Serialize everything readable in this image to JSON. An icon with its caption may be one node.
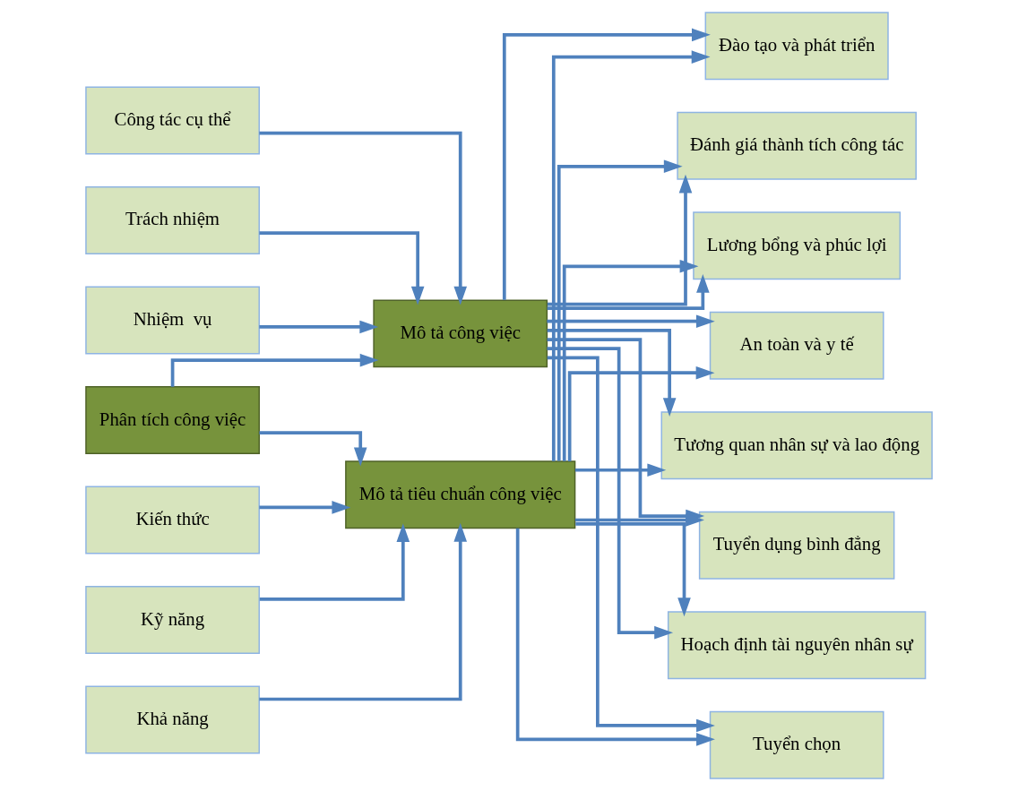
{
  "diagram": {
    "nodes": [
      {
        "text": [
          "Công tác cụ thể"
        ]
      },
      {
        "text": [
          "Trách nhiệm"
        ]
      },
      {
        "text": [
          "Nhiệm  vụ"
        ]
      },
      {
        "text": [
          "Mô tả công việc"
        ]
      },
      {
        "text": [
          "Phân tích công việc"
        ]
      },
      {
        "text": [
          "Mô tả tiêu chuẩn công việc"
        ]
      },
      {
        "text": [
          "Kiến thức"
        ]
      },
      {
        "text": [
          "Kỹ năng"
        ]
      },
      {
        "text": [
          "Khả năng"
        ]
      },
      {
        "text": [
          "Hoạch định tài nguyên nhân sự"
        ]
      },
      {
        "text": [
          "Tuyển chọn"
        ]
      },
      {
        "text": [
          "Đào tạo và phát triển"
        ]
      },
      {
        "text": [
          "Đánh giá thành tích công tác"
        ]
      },
      {
        "text": [
          "Lương bổng và phúc lợi"
        ]
      },
      {
        "text": [
          "An toàn và y tế"
        ]
      },
      {
        "text": [
          "Tương quan nhân sự và lao động"
        ]
      },
      {
        "text": [
          "Tuyển dụng bình đẳng"
        ]
      }
    ],
    "edges": [
      {
        "from": 0,
        "to": 3,
        "arrow": "to"
      },
      {
        "from": 1,
        "to": 3,
        "arrow": "to"
      },
      {
        "from": 2,
        "to": 3,
        "arrow": "to"
      },
      {
        "from": 4,
        "to": 3,
        "arrow": "to"
      },
      {
        "from": 4,
        "to": 5,
        "arrow": "to"
      },
      {
        "from": 6,
        "to": 5,
        "arrow": "to"
      },
      {
        "from": 7,
        "to": 5,
        "arrow": "to"
      },
      {
        "from": 8,
        "to": 5,
        "arrow": "to"
      },
      {
        "from": 3,
        "to": 9,
        "arrow": "to"
      },
      {
        "from": 3,
        "to": 10,
        "arrow": "to"
      },
      {
        "from": 3,
        "to": 11,
        "arrow": "to"
      },
      {
        "from": 3,
        "to": 12,
        "arrow": "to"
      },
      {
        "from": 3,
        "to": 13,
        "arrow": "to"
      },
      {
        "from": 3,
        "to": 14,
        "arrow": "to"
      },
      {
        "from": 3,
        "to": 15,
        "arrow": "to"
      },
      {
        "from": 3,
        "to": 16,
        "arrow": "to"
      },
      {
        "from": 5,
        "to": 9,
        "arrow": "to"
      },
      {
        "from": 5,
        "to": 10,
        "arrow": "to"
      },
      {
        "from": 5,
        "to": 11,
        "arrow": "to"
      },
      {
        "from": 5,
        "to": 12,
        "arrow": "to"
      },
      {
        "from": 5,
        "to": 13,
        "arrow": "to"
      },
      {
        "from": 5,
        "to": 14,
        "arrow": "to"
      },
      {
        "from": 5,
        "to": 15,
        "arrow": "to"
      },
      {
        "from": 5,
        "to": 16,
        "arrow": "to"
      }
    ]
  }
}
